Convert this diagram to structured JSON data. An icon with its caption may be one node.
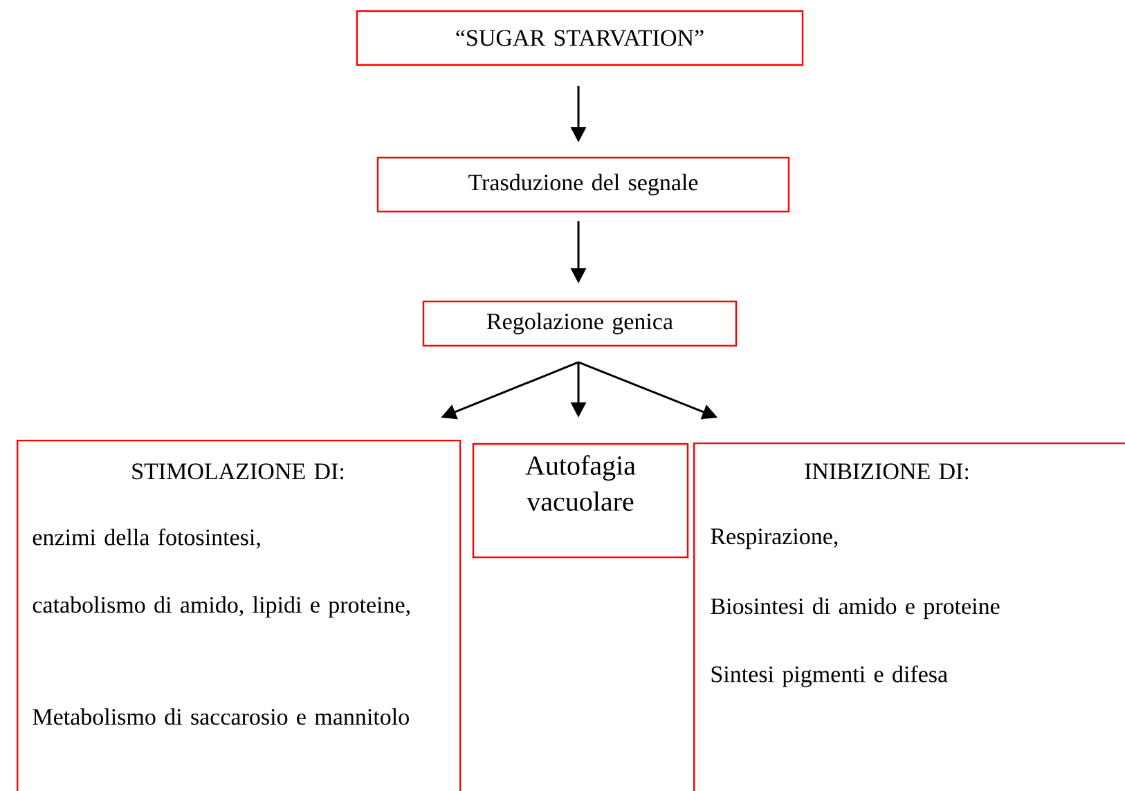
{
  "diagram": {
    "nodes": [
      {
        "text": [
          "“SUGAR STARVATION”"
        ]
      },
      {
        "text": [
          "Trasduzione del segnale"
        ]
      },
      {
        "text": [
          "Regolazione genica"
        ]
      },
      {
        "text": [
          "STIMOLAZIONE DI:",
          "enzimi della fotosintesi,",
          "catabolismo di amido, lipidi e proteine,",
          "Metabolismo di saccarosio e mannitolo"
        ]
      },
      {
        "text": [
          "Autofagia vacuolare"
        ]
      },
      {
        "text": [
          "INIBIZIONE DI:",
          "Respirazione,",
          "Biosintesi di amido e proteine",
          "Sintesi pigmenti e difesa"
        ]
      }
    ],
    "edges": [
      {
        "from": 0,
        "to": 1,
        "arrow": "to"
      },
      {
        "from": 1,
        "to": 2,
        "arrow": "to"
      },
      {
        "from": 2,
        "to": 3,
        "arrow": "to"
      },
      {
        "from": 2,
        "to": 4,
        "arrow": "to"
      },
      {
        "from": 2,
        "to": 5,
        "arrow": "to"
      }
    ]
  }
}
